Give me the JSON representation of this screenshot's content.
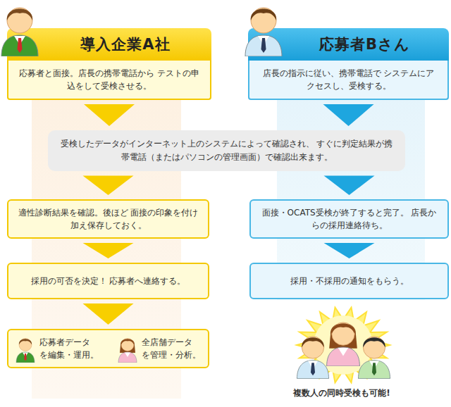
{
  "diagram": {
    "nodes": [
      {
        "text": [
          "導入企業A社",
          "応募者と面接。店長の携帯電話から テストの申込をして受検させる。"
        ]
      },
      {
        "text": [
          "応募者Bさん",
          "店長の指示に従い、携帯電話で システムにアクセスし、受検する。"
        ]
      },
      {
        "text": [
          "受検したデータがインターネット上のシステムによって確認され、 すぐに判定結果が携帯電話（またはパソコンの管理画面）で確認出来ます。"
        ]
      },
      {
        "text": [
          "適性診断結果を確認。後ほど 面接の印象を付け加え保存しておく。"
        ]
      },
      {
        "text": [
          "面接・OCATS受検が終了すると完了。 店長からの採用連絡待ち。"
        ]
      },
      {
        "text": [
          "採用の可否を決定！ 応募者へ連絡する。"
        ]
      },
      {
        "text": [
          "採用・不採用の通知をもらう。"
        ]
      },
      {
        "text": [
          "応募者データ を編集・運用。",
          "全店舗データ を管理・分析。"
        ]
      }
    ],
    "edges": [
      {
        "from": 0,
        "to": 2,
        "arrow": "to"
      },
      {
        "from": 1,
        "to": 2,
        "arrow": "to"
      },
      {
        "from": 2,
        "to": 3,
        "arrow": "to"
      },
      {
        "from": 2,
        "to": 4,
        "arrow": "to"
      },
      {
        "from": 3,
        "to": 5,
        "arrow": "to"
      },
      {
        "from": 4,
        "to": 6,
        "arrow": "to"
      },
      {
        "from": 5,
        "to": 7,
        "arrow": "to"
      }
    ],
    "labels": [
      "複数人の同時受検も可能!"
    ]
  }
}
